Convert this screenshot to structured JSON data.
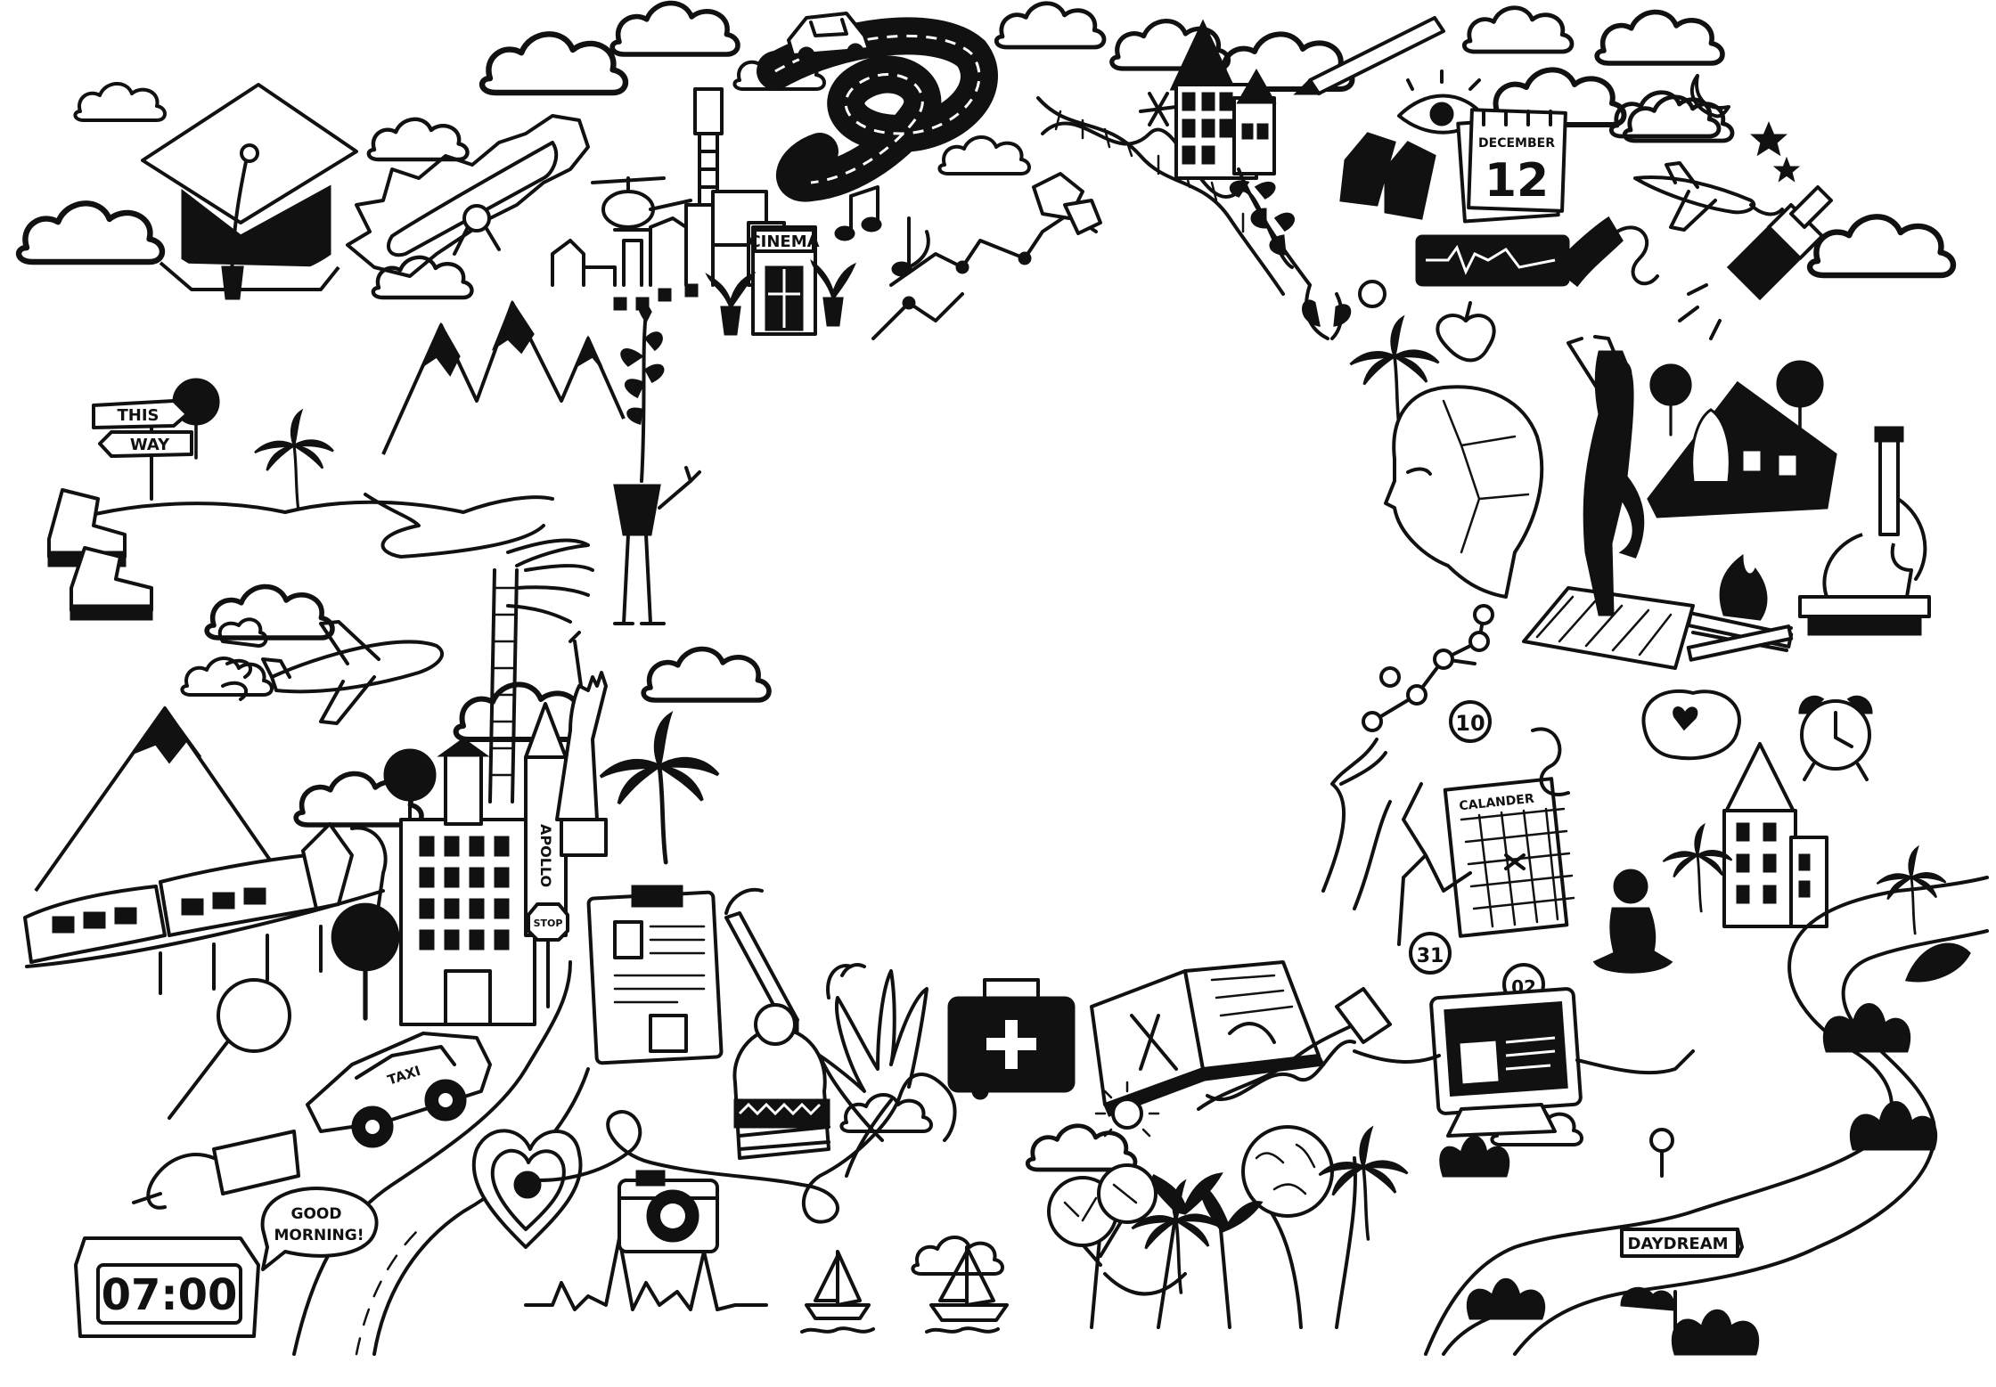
{
  "labels": {
    "signpost_top": "THIS",
    "signpost_bottom": "WAY",
    "cinema": "CINEMA",
    "calendar_month": "DECEMBER",
    "calendar_day": "12",
    "apollo": "APOLLO",
    "stop": "STOP",
    "taxi": "TAXI",
    "good_morning_line1": "GOOD",
    "good_morning_line2": "MORNING!",
    "clock_time": "07:00",
    "daydream": "DAYDREAM",
    "calander": "CALANDER",
    "badge_10": "10",
    "badge_31": "31",
    "badge_02": "02"
  },
  "colors": {
    "ink": "#111111",
    "paper": "#ffffff"
  },
  "icons": [
    "graduation-cap-icon",
    "diploma-icon",
    "helicopter-icon",
    "car-icon",
    "winding-road-icon",
    "cinema-icon",
    "music-note-icon",
    "house-icon",
    "dna-icon",
    "binoculars-icon",
    "eye-icon",
    "calendar-icon",
    "pencil-icon",
    "airplane-icon",
    "moon-icon",
    "star-icon",
    "flashlight-icon",
    "telephone-icon",
    "heart-monitor-icon",
    "apple-icon",
    "mountain-icon",
    "signpost-icon",
    "boots-icon",
    "plant-pot-icon",
    "hand-icon",
    "ladder-icon",
    "statue-of-liberty-icon",
    "palm-tree-icon",
    "train-icon",
    "building-icon",
    "magnifier-icon",
    "taxi-icon",
    "alarm-clock-icon",
    "speech-bubble-icon",
    "heart-icon",
    "camera-icon",
    "stethoscope-icon",
    "clipboard-icon",
    "knit-hat-icon",
    "first-aid-kit-icon",
    "book-icon",
    "sailboat-icon",
    "tree-icon",
    "computer-monitor-icon",
    "meditation-icon",
    "yoga-icon",
    "head-profile-icon",
    "tent-icon",
    "campfire-icon",
    "microscope-icon",
    "calander-grid-icon",
    "molecule-icon",
    "road-icon",
    "cloud-icon"
  ]
}
